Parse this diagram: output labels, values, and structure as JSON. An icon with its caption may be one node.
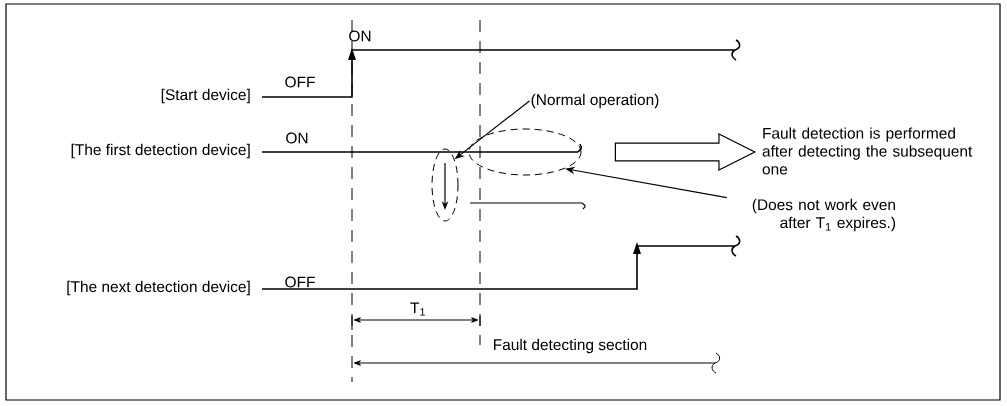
{
  "diagram": {
    "nodes": [
      {
        "text": [
          "(Normal operation)"
        ]
      },
      {
        "text": [],
        "shape": "ellipse"
      },
      {
        "text": [
          "(Does not work even after T$_{1}$ expires.)"
        ]
      },
      {
        "text": [],
        "shape": "ellipse"
      },
      {
        "text": [
          "Fault detection is performed after detecting the subsequent one"
        ]
      }
    ],
    "edges": [
      {
        "from": 0,
        "to": 1,
        "arrow": "to"
      },
      {
        "from": 2,
        "to": 3,
        "arrow": "to"
      },
      {
        "from": 3,
        "to": 4,
        "arrow": "to",
        "style": "thick"
      }
    ],
    "labels": [
      "ON",
      "[Start device]",
      "OFF",
      "[The first detection device]",
      "ON",
      "[The next detection device]",
      "OFF",
      "T$_{1}$",
      "Fault detecting section"
    ]
  }
}
